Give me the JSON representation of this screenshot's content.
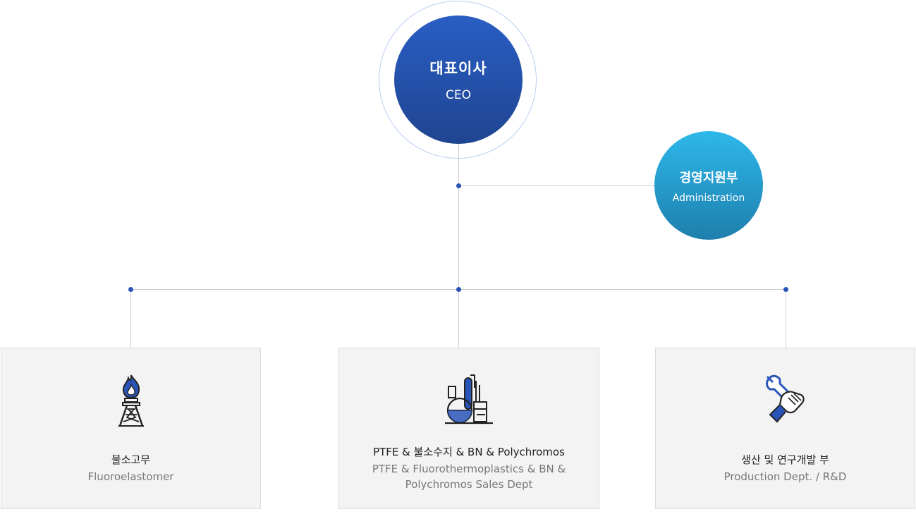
{
  "ceo": {
    "ko": "대표이사",
    "en": "CEO"
  },
  "admin": {
    "ko": "경영지원부",
    "en": "Administration"
  },
  "departments": [
    {
      "ko": "불소고무",
      "en": "Fluoroelastomer",
      "icon": "gas-flame-tower-icon"
    },
    {
      "ko": "PTFE & 불소수지 & BN & Polychromos",
      "en": "PTFE & Fluorothermoplastics & BN & Polychromos Sales Dept",
      "icon": "chemical-plant-icon"
    },
    {
      "ko": "생산 및 연구개발 부",
      "en": "Production Dept. / R&D",
      "icon": "wrench-hand-icon"
    }
  ],
  "colors": {
    "ceo_dark": "#1f4591",
    "admin_cyan": "#2db8ea",
    "connector": "#c9ccd3",
    "node_dot": "#2a55b8"
  }
}
